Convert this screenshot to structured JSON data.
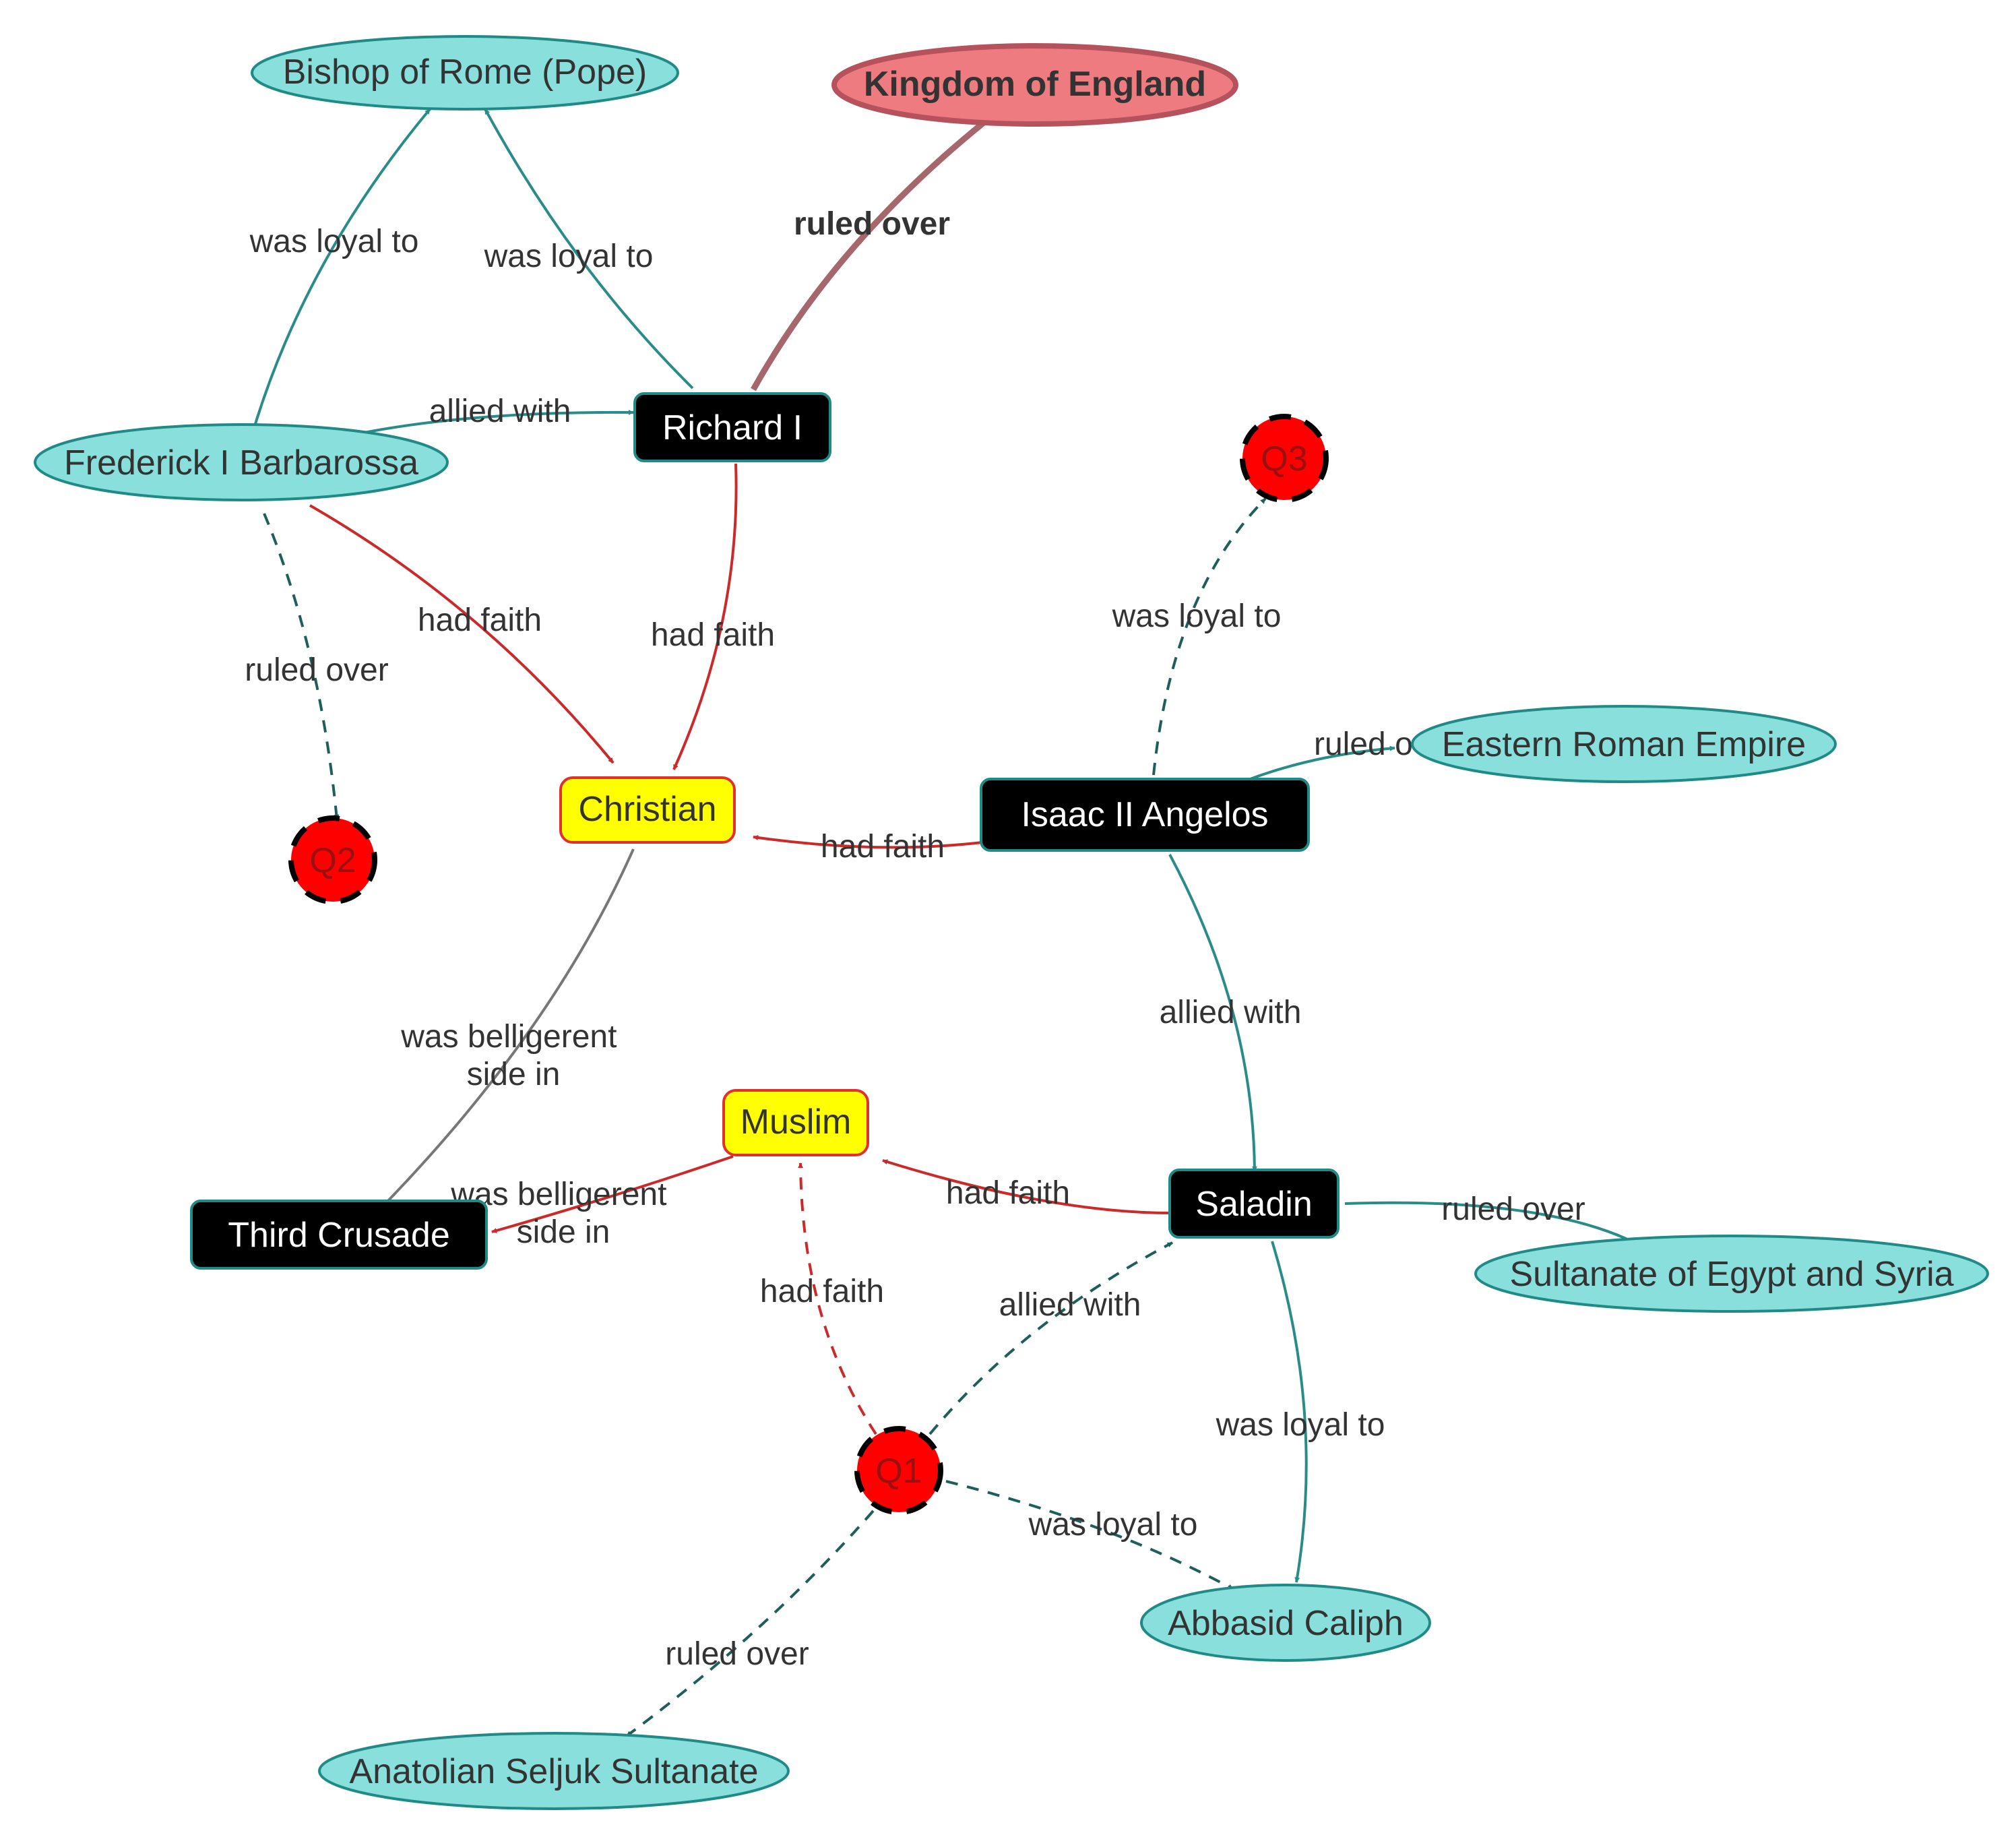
{
  "colors": {
    "teal_fill": "#88dfdb",
    "teal_stroke": "#1f8a86",
    "teal_edge": "#2a8c89",
    "dark_teal_edge": "#1e5e5b",
    "black_node": "#000000",
    "white_text": "#ffffff",
    "yellow_fill": "#ffff00",
    "red_stroke": "#e03030",
    "faith_edge": "#cc2a2a",
    "query_fill": "#ff0000",
    "england_fill": "#ed7b7f",
    "england_stroke": "#b5525c",
    "england_edge": "#a5666c",
    "text": "#333333"
  },
  "nodes": {
    "bishop": {
      "label": "Bishop of Rome (Pope)",
      "shape": "ellipse",
      "kind": "entity"
    },
    "england": {
      "label": "Kingdom of England",
      "shape": "ellipse",
      "kind": "highlight"
    },
    "richard": {
      "label": "Richard I",
      "shape": "rect",
      "kind": "main"
    },
    "frederick": {
      "label": "Frederick I Barbarossa",
      "shape": "ellipse",
      "kind": "entity"
    },
    "q3": {
      "label": "Q3",
      "shape": "circle",
      "kind": "query"
    },
    "eastern": {
      "label": "Eastern Roman Empire",
      "shape": "ellipse",
      "kind": "entity"
    },
    "isaac": {
      "label": "Isaac II Angelos",
      "shape": "rect",
      "kind": "main"
    },
    "christian": {
      "label": "Christian",
      "shape": "rect",
      "kind": "faith"
    },
    "q2": {
      "label": "Q2",
      "shape": "circle",
      "kind": "query"
    },
    "muslim": {
      "label": "Muslim",
      "shape": "rect",
      "kind": "faith"
    },
    "saladin": {
      "label": "Saladin",
      "shape": "rect",
      "kind": "main"
    },
    "third": {
      "label": "Third Crusade",
      "shape": "rect",
      "kind": "main"
    },
    "sultanate": {
      "label": "Sultanate of Egypt and Syria",
      "shape": "ellipse",
      "kind": "entity"
    },
    "q1": {
      "label": "Q1",
      "shape": "circle",
      "kind": "query"
    },
    "abbasid": {
      "label": "Abbasid Caliph",
      "shape": "ellipse",
      "kind": "entity"
    },
    "anatolian": {
      "label": "Anatolian Seljuk Sultanate",
      "shape": "ellipse",
      "kind": "entity"
    }
  },
  "edges": [
    {
      "id": "e1",
      "from": "frederick",
      "to": "bishop",
      "label": "was loyal to",
      "style": "solid",
      "color": "teal"
    },
    {
      "id": "e2",
      "from": "richard",
      "to": "bishop",
      "label": "was loyal to",
      "style": "solid",
      "color": "teal"
    },
    {
      "id": "e3",
      "from": "richard",
      "to": "england",
      "label": "ruled over",
      "style": "bold",
      "color": "england"
    },
    {
      "id": "e4",
      "from": "frederick",
      "to": "richard",
      "label": "allied with",
      "style": "solid",
      "color": "teal"
    },
    {
      "id": "e5",
      "from": "frederick",
      "to": "christian",
      "label": "had faith",
      "style": "solid",
      "color": "faith"
    },
    {
      "id": "e6",
      "from": "frederick",
      "to": "q2",
      "label": "ruled over",
      "style": "dashed",
      "color": "dark"
    },
    {
      "id": "e7",
      "from": "richard",
      "to": "christian",
      "label": "had faith",
      "style": "solid",
      "color": "faith"
    },
    {
      "id": "e8",
      "from": "isaac",
      "to": "q3",
      "label": "was loyal to",
      "style": "dashed",
      "color": "dark"
    },
    {
      "id": "e9",
      "from": "isaac",
      "to": "eastern",
      "label": "ruled o",
      "style": "solid",
      "color": "teal"
    },
    {
      "id": "e10",
      "from": "isaac",
      "to": "christian",
      "label": "had faith",
      "style": "solid",
      "color": "faith"
    },
    {
      "id": "e11",
      "from": "isaac",
      "to": "saladin",
      "label": "allied with",
      "style": "solid",
      "color": "teal"
    },
    {
      "id": "e12",
      "from": "christian",
      "to": "third",
      "label": "was belligerent\nside in",
      "style": "solid",
      "color": "mixed"
    },
    {
      "id": "e13",
      "from": "muslim",
      "to": "third",
      "label": "was belligerent\nside in",
      "style": "solid",
      "color": "faith"
    },
    {
      "id": "e14",
      "from": "saladin",
      "to": "muslim",
      "label": "had faith",
      "style": "solid",
      "color": "faith"
    },
    {
      "id": "e15",
      "from": "saladin",
      "to": "sultanate",
      "label": "ruled over",
      "style": "solid",
      "color": "teal"
    },
    {
      "id": "e16",
      "from": "saladin",
      "to": "abbasid",
      "label": "was loyal to",
      "style": "solid",
      "color": "teal"
    },
    {
      "id": "e17",
      "from": "q1",
      "to": "muslim",
      "label": "had faith",
      "style": "dashed",
      "color": "faith"
    },
    {
      "id": "e18",
      "from": "q1",
      "to": "saladin",
      "label": "allied with",
      "style": "dashed",
      "color": "dark"
    },
    {
      "id": "e19",
      "from": "q1",
      "to": "abbasid",
      "label": "was loyal to",
      "style": "dashed",
      "color": "dark"
    },
    {
      "id": "e20",
      "from": "q1",
      "to": "anatolian",
      "label": "ruled over",
      "style": "dashed",
      "color": "dark"
    }
  ]
}
